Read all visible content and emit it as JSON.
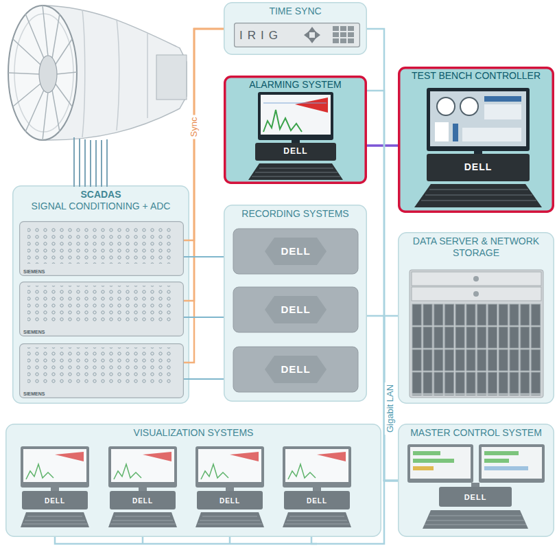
{
  "diagram": {
    "nodes": [
      {
        "text": [
          "TIME SYNC"
        ]
      },
      {
        "text": [
          "IRIG"
        ],
        "in": 0
      },
      {
        "text": [
          "ALARMING SYSTEM"
        ]
      },
      {
        "text": [
          "TEST BENCH CONTROLLER"
        ]
      },
      {
        "text": [
          "SCADAS",
          "SIGNAL CONDITIONING + ADC"
        ]
      },
      {
        "text": [
          "SIEMENS"
        ],
        "in": 4
      },
      {
        "text": [
          "SIEMENS"
        ],
        "in": 4
      },
      {
        "text": [
          "SIEMENS"
        ],
        "in": 4
      },
      {
        "text": [
          "RECORDING SYSTEMS"
        ]
      },
      {
        "text": [
          "DATA SERVER & NETWORK STORAGE"
        ]
      },
      {
        "text": [
          "VISUALIZATION SYSTEMS"
        ]
      },
      {
        "text": [
          "MASTER CONTROL SYSTEM"
        ]
      }
    ],
    "edges": [
      {
        "from": 0,
        "to": 5,
        "arrow": "none"
      },
      {
        "from": 0,
        "to": 6,
        "arrow": "none"
      },
      {
        "from": 0,
        "to": 7,
        "arrow": "none"
      },
      {
        "from": 5,
        "to": 8,
        "arrow": "none"
      },
      {
        "from": 6,
        "to": 8,
        "arrow": "none"
      },
      {
        "from": 7,
        "to": 8,
        "arrow": "none"
      },
      {
        "from": 2,
        "to": 3,
        "arrow": "none"
      },
      {
        "from": 11,
        "to": 0,
        "arrow": "none"
      },
      {
        "from": 11,
        "to": 2,
        "arrow": "none"
      },
      {
        "from": 11,
        "to": 8,
        "arrow": "none"
      },
      {
        "from": 11,
        "to": 9,
        "arrow": "none"
      },
      {
        "from": 11,
        "to": 10,
        "arrow": "none"
      }
    ],
    "labels": [
      "Sync",
      "Gigabit LAN",
      "DELL",
      "DELL",
      "DELL",
      "DELL",
      "DELL",
      "DELL",
      "DELL",
      "DELL",
      "DELL",
      "DELL"
    ]
  }
}
